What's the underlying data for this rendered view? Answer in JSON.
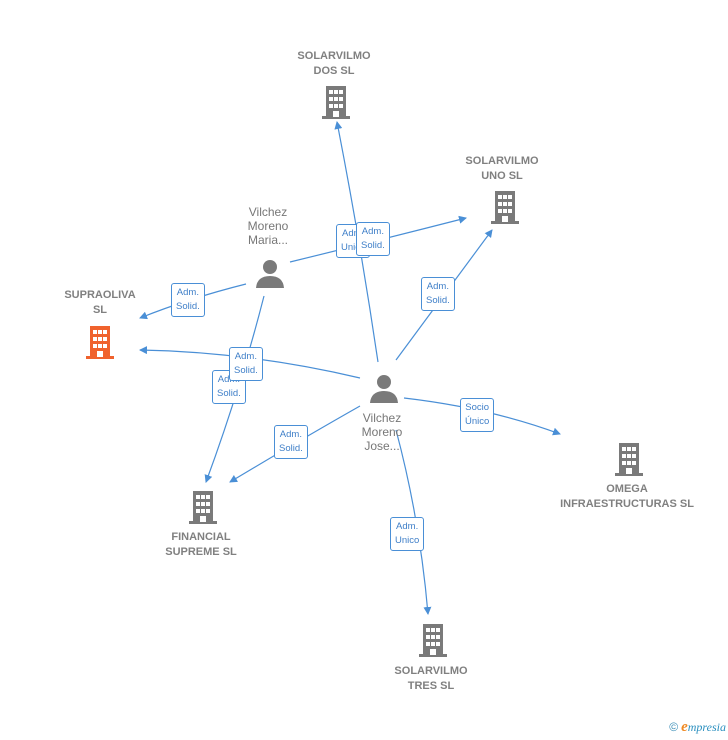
{
  "nodes": {
    "solarvilmo_dos": {
      "line1": "SOLARVILMO",
      "line2": "DOS SL"
    },
    "solarvilmo_uno": {
      "line1": "SOLARVILMO",
      "line2": "UNO SL"
    },
    "supraoliva": {
      "line1": "SUPRAOLIVA",
      "line2": "SL"
    },
    "financial": {
      "line1": "FINANCIAL",
      "line2": "SUPREME  SL"
    },
    "omega": {
      "line1": "OMEGA",
      "line2": "INFRAESTRUCTURAS SL"
    },
    "solarvilmo_tres": {
      "line1": "SOLARVILMO",
      "line2": "TRES SL"
    },
    "maria": {
      "line1": "Vilchez",
      "line2": "Moreno",
      "line3": "Maria..."
    },
    "jose": {
      "line1": "Vilchez",
      "line2": "Moreno",
      "line3": "Jose..."
    }
  },
  "edge_labels": {
    "maria_supraoliva": {
      "l1": "Adm.",
      "l2": "Solid."
    },
    "jose_dos_back": {
      "l1": "Adm.",
      "l2": "Unico"
    },
    "maria_uno": {
      "l1": "Adm.",
      "l2": "Solid."
    },
    "jose_uno": {
      "l1": "Adm.",
      "l2": "Solid."
    },
    "jose_supraoliva": {
      "l1": "Adm.",
      "l2": "Solid."
    },
    "maria_financial": {
      "l1": "Adm.",
      "l2": "Solid."
    },
    "jose_financial": {
      "l1": "Adm.",
      "l2": "Solid."
    },
    "jose_omega": {
      "l1": "Socio",
      "l2": "Único"
    },
    "jose_tres": {
      "l1": "Adm.",
      "l2": "Unico"
    }
  },
  "colors": {
    "edge": "#4a8fd6",
    "building": "#7a7a7a",
    "highlight": "#f0622d",
    "person": "#7a7a7a"
  },
  "footer": {
    "copyright": "©",
    "brand_e": "e",
    "brand_rest": "mpresia"
  }
}
